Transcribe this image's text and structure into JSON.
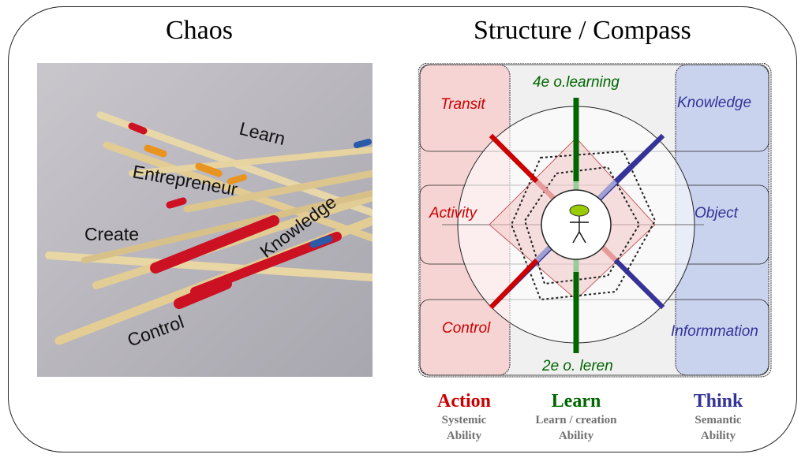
{
  "titles": {
    "left": "Chaos",
    "right": "Structure / Compass"
  },
  "photo": {
    "labels": [
      "Learn",
      "Entrepreneur",
      "Create",
      "Knowledge",
      "Control"
    ]
  },
  "compass": {
    "top_label": "4e o.learning",
    "top_label_sup": "e",
    "bottom_label": "2e o. leren",
    "left_labels": [
      "Transit",
      "Activity",
      "Control"
    ],
    "right_labels": [
      "Knowledge",
      "Object",
      "Informmation"
    ],
    "colors": {
      "action": "#cc0000",
      "learn": "#006600",
      "think": "#333399"
    }
  },
  "footer": {
    "action": {
      "title": "Action",
      "line1": "Systemic",
      "line2": "Ability"
    },
    "learn": {
      "title": "Learn",
      "line1": "Learn / creation",
      "line2": "Ability"
    },
    "think": {
      "title": "Think",
      "line1": "Semantic",
      "line2": "Ability"
    }
  }
}
